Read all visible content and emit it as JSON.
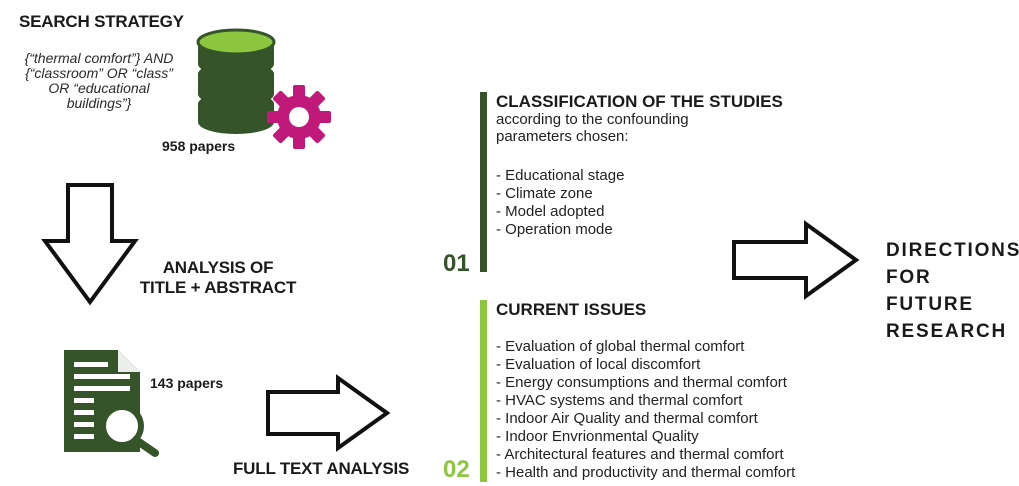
{
  "search": {
    "title": "SEARCH STRATEGY",
    "query_lines": [
      "{“thermal comfort”} AND",
      "{“classroom” OR “class”",
      "OR “educational",
      "buildings”}"
    ],
    "papers": "958 papers"
  },
  "screening": {
    "label_line1": "ANALYSIS OF",
    "label_line2": "TITLE + ABSTRACT",
    "papers": "143 papers"
  },
  "fulltext": {
    "label": "FULL TEXT ANALYSIS"
  },
  "classification": {
    "number": "01",
    "title": "CLASSIFICATION OF THE STUDIES",
    "desc_line1": "according to the confounding",
    "desc_line2": "parameters chosen:",
    "items": [
      "- Educational stage",
      "- Climate zone",
      "- Model adopted",
      "- Operation mode"
    ]
  },
  "issues": {
    "number": "02",
    "title": "CURRENT ISSUES",
    "items": [
      "- Evaluation of global thermal comfort",
      "- Evaluation of local discomfort",
      "- Energy consumptions and thermal comfort",
      "- HVAC systems and thermal comfort",
      "- Indoor Air Quality and thermal comfort",
      "- Indoor Envrionmental Quality",
      "- Architectural features and thermal comfort",
      "- Health and productivity and thermal comfort"
    ]
  },
  "directions": {
    "lines": [
      "DIRECTIONS",
      "FOR FUTURE",
      "RESEARCH"
    ]
  },
  "colors": {
    "dark_green": "#35542a",
    "lime_green": "#8cc63f",
    "magenta": "#c0197a"
  },
  "icons": [
    "database-icon",
    "gear-icon",
    "document-icon",
    "magnifier-icon",
    "arrow-down-icon",
    "arrow-right-icon"
  ]
}
